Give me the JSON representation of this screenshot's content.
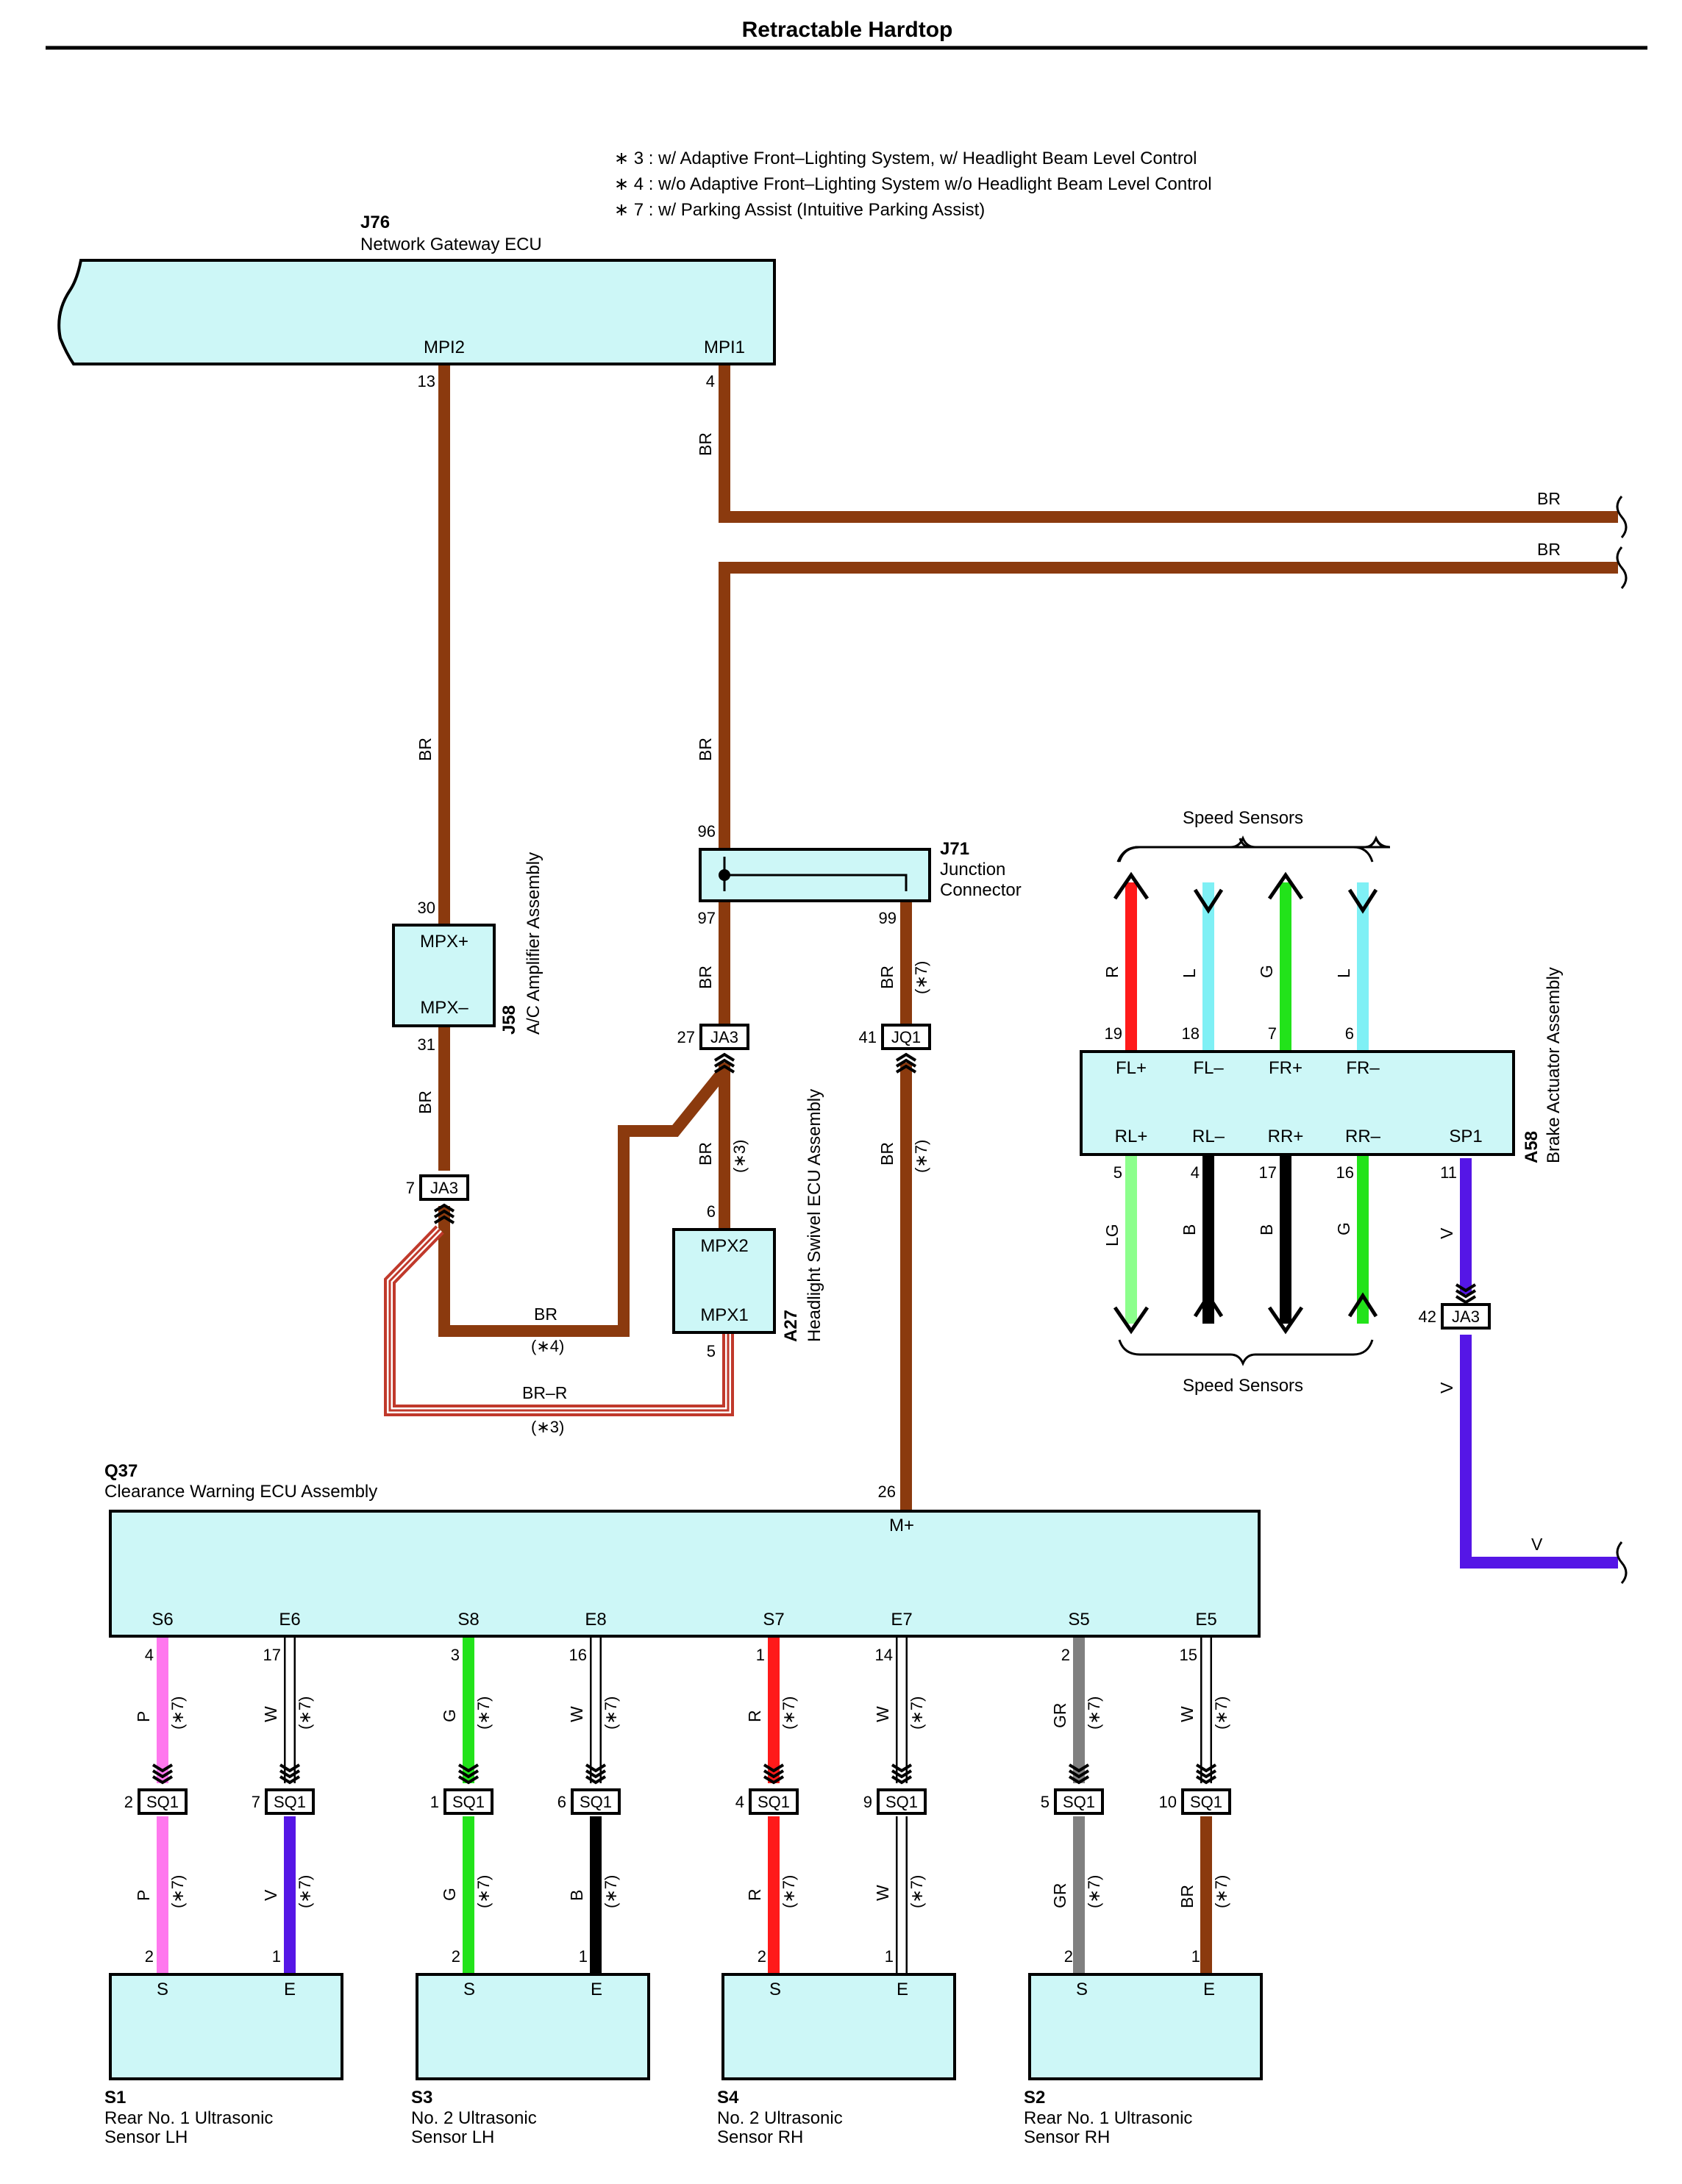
{
  "title": "Retractable Hardtop",
  "notes": [
    "∗ 3 : w/ Adaptive Front–Lighting System,  w/ Headlight Beam Level Control",
    "∗ 4 : w/o Adaptive Front–Lighting System w/o Headlight Beam Level Control",
    "∗ 7 : w/ Parking Assist (Intuitive Parking Assist)"
  ],
  "colors": {
    "BR": "#8b3a0e",
    "R": "#ff1a1a",
    "L": "#7ff0f5",
    "G": "#22e31a",
    "LG": "#8cff8c",
    "B": "#000000",
    "V": "#5516e6",
    "P": "#ff78ee",
    "W": "#ffffff",
    "GR": "#808080",
    "box_fill": "#cdf7f7"
  },
  "components": {
    "j76": {
      "code": "J76",
      "name": "Network Gateway ECU",
      "pins": [
        "MPI2",
        "MPI1"
      ],
      "pin_numbers": [
        "13",
        "4"
      ]
    },
    "j58": {
      "code": "J58",
      "name": "A/C Amplifier Assembly",
      "pins": [
        "MPX+",
        "MPX–"
      ],
      "pin_numbers": [
        "30",
        "31"
      ]
    },
    "j71": {
      "code": "J71",
      "name_lines": [
        "Junction",
        "Connector"
      ],
      "pin_numbers": [
        "96",
        "97",
        "99"
      ]
    },
    "a27": {
      "code": "A27",
      "name": "Headlight Swivel ECU Assembly",
      "pins": [
        "MPX2",
        "MPX1"
      ],
      "pin_numbers": [
        "6",
        "5"
      ]
    },
    "a58": {
      "code": "A58",
      "name": "Brake Actuator Assembly",
      "top_pins": [
        "FL+",
        "FL–",
        "FR+",
        "FR–"
      ],
      "top_numbers": [
        "19",
        "18",
        "7",
        "6"
      ],
      "bottom_pins": [
        "RL+",
        "RL–",
        "RR+",
        "RR–",
        "SP1"
      ],
      "bottom_numbers": [
        "5",
        "4",
        "17",
        "16",
        "11"
      ]
    },
    "q37": {
      "code": "Q37",
      "name": "Clearance Warning ECU Assembly",
      "top_pin": "M+",
      "top_number": "26",
      "pins": [
        "S6",
        "E6",
        "S8",
        "E8",
        "S7",
        "E7",
        "S5",
        "E5"
      ],
      "pin_numbers": [
        "4",
        "17",
        "3",
        "16",
        "1",
        "14",
        "2",
        "15"
      ]
    },
    "sensors": [
      {
        "code": "S1",
        "name_lines": [
          "Rear No.  1 Ultrasonic",
          "Sensor LH"
        ],
        "pins": [
          "S",
          "E"
        ],
        "pin_numbers": [
          "2",
          "1"
        ]
      },
      {
        "code": "S3",
        "name_lines": [
          "No.  2 Ultrasonic",
          "Sensor LH"
        ],
        "pins": [
          "S",
          "E"
        ],
        "pin_numbers": [
          "2",
          "1"
        ]
      },
      {
        "code": "S4",
        "name_lines": [
          "No.  2 Ultrasonic",
          "Sensor RH"
        ],
        "pins": [
          "S",
          "E"
        ],
        "pin_numbers": [
          "2",
          "1"
        ]
      },
      {
        "code": "S2",
        "name_lines": [
          "Rear No.  1 Ultrasonic",
          "Sensor RH"
        ],
        "pins": [
          "S",
          "E"
        ],
        "pin_numbers": [
          "2",
          "1"
        ]
      }
    ]
  },
  "connectors": {
    "ja3_left": {
      "label": "JA3",
      "pin": "7"
    },
    "ja3_mid": {
      "label": "JA3",
      "pin": "27"
    },
    "jq1": {
      "label": "JQ1",
      "pin": "41"
    },
    "ja3_right": {
      "label": "JA3",
      "pin": "42"
    },
    "sq1": [
      {
        "label": "SQ1",
        "pin": "2"
      },
      {
        "label": "SQ1",
        "pin": "7"
      },
      {
        "label": "SQ1",
        "pin": "1"
      },
      {
        "label": "SQ1",
        "pin": "6"
      },
      {
        "label": "SQ1",
        "pin": "4"
      },
      {
        "label": "SQ1",
        "pin": "9"
      },
      {
        "label": "SQ1",
        "pin": "5"
      },
      {
        "label": "SQ1",
        "pin": "10"
      }
    ]
  },
  "wire_labels": {
    "br": "BR",
    "br_r": "BR–R",
    "v": "V",
    "r": "R",
    "l": "L",
    "g": "G",
    "lg": "LG",
    "b": "B",
    "p": "P",
    "w": "W",
    "gr": "GR",
    "cond3": "(∗3)",
    "cond4": "(∗4)",
    "cond7": "(∗7)"
  },
  "speed_sensors": "Speed Sensors",
  "lower_wires": {
    "top_colors": [
      "P",
      "W",
      "G",
      "W",
      "R",
      "W",
      "GR",
      "W"
    ],
    "bottom_colors": [
      "P",
      "V",
      "G",
      "B",
      "R",
      "W",
      "GR",
      "BR"
    ]
  }
}
